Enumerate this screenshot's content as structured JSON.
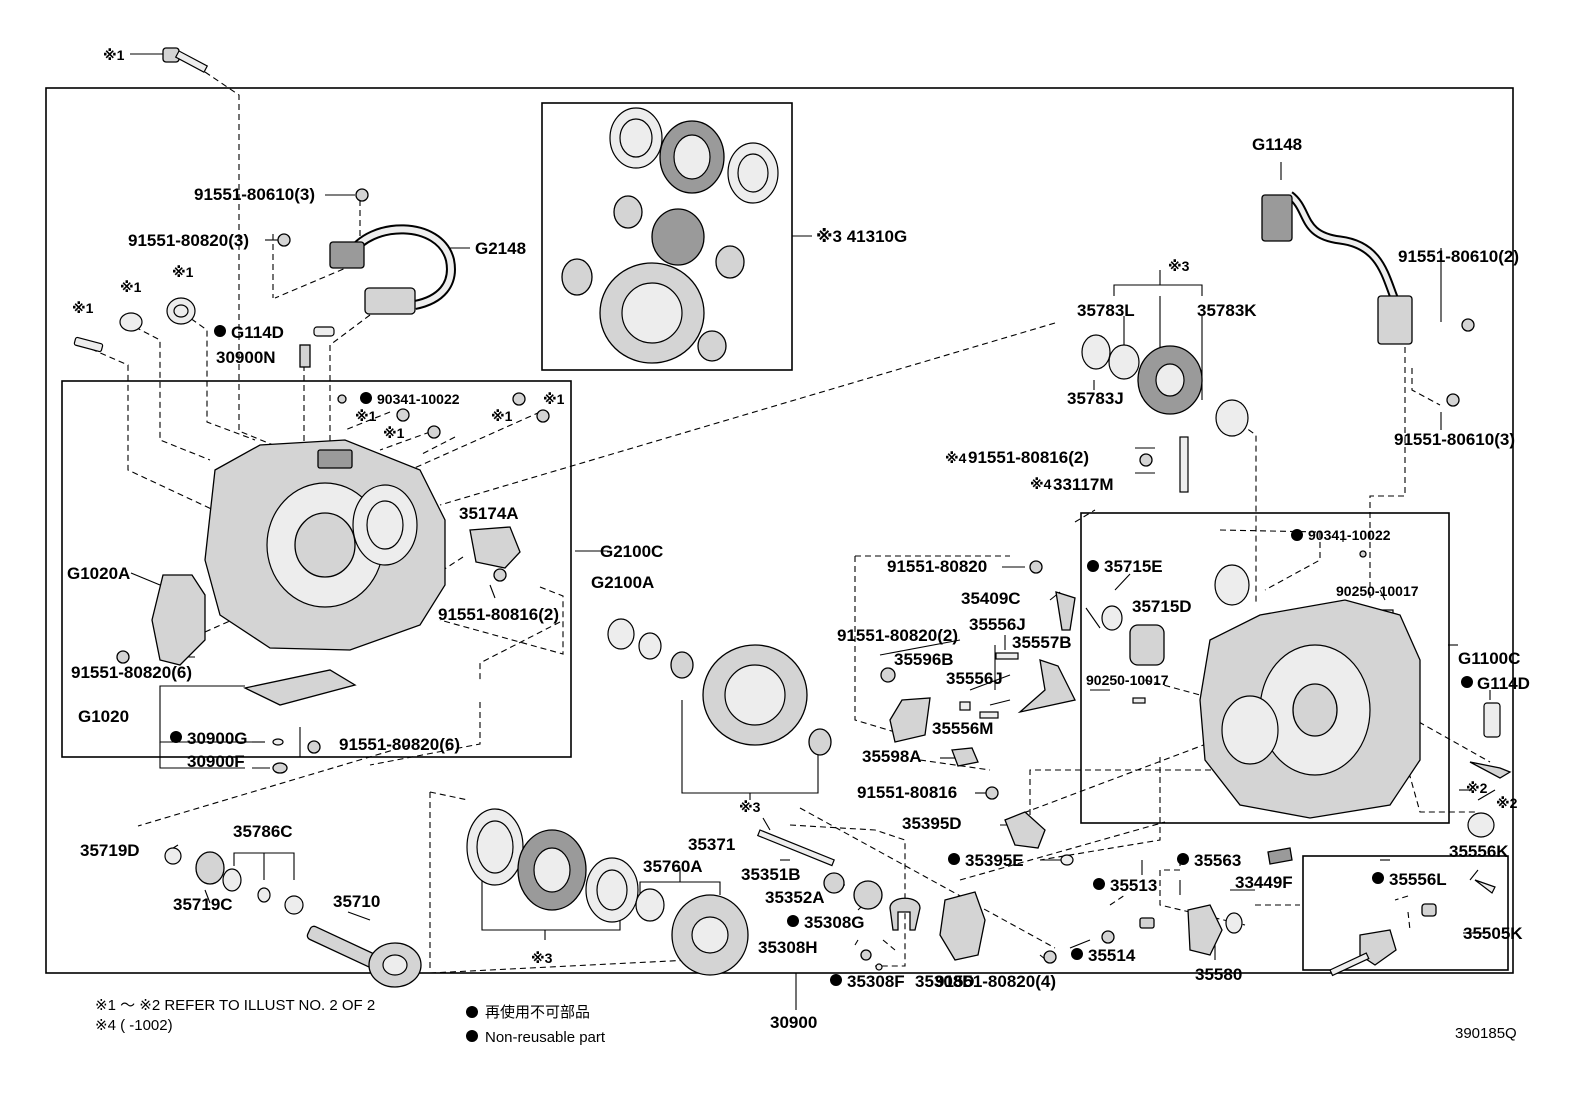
{
  "diagram": {
    "drawing_number": "390185Q",
    "assembly": "30900",
    "notes": {
      "note1": "※1 ～ ※2 REFER TO ILLUST NO. 2 OF 2",
      "note2": "※4 (        -1002)",
      "legend_jp": "再使用不可部品",
      "legend_en": "Non-reusable part"
    },
    "labels": {
      "ref1_top": "※1",
      "p91551_80610_3_top": "91551-80610(3)",
      "p91551_80820_3": "91551-80820(3)",
      "G2148": "G2148",
      "kit41310G": "※3 41310G",
      "G1148": "G1148",
      "p91551_80610_2": "91551-80610(2)",
      "p91551_80610_3_right": "91551-80610(3)",
      "ref1_a": "※1",
      "ref1_b": "※1",
      "ref1_c": "※1",
      "G114D_left": "G114D",
      "p30900N": "30900N",
      "p90341_10022_left": "90341-10022",
      "ref1_d": "※1",
      "ref1_e": "※1",
      "ref1_f": "※1",
      "ref1_g": "※1",
      "ref3_top": "※3",
      "p35783L": "35783L",
      "p35783K": "35783K",
      "p35783J": "35783J",
      "ref4_a": "※4",
      "p91551_80816_2_top": "91551-80816(2)",
      "ref4_b": "※4",
      "p33117M": "33117M",
      "p35174A": "35174A",
      "G2100C": "G2100C",
      "G2100A": "G2100A",
      "G1020A": "G1020A",
      "p91551_80816_2_mid": "91551-80816(2)",
      "p91551_80820_6_a": "91551-80820(6)",
      "G1020": "G1020",
      "p30900G": "30900G",
      "p30900F": "30900F",
      "p91551_80820_6_b": "91551-80820(6)",
      "p91551_80820_mid": "91551-80820",
      "p35409C": "35409C",
      "p35556J_a": "35556J",
      "p91551_80820_2_mid": "91551-80820(2)",
      "p35557B": "35557B",
      "p35596B": "35596B",
      "p35556J_b": "35556J",
      "p35556M": "35556M",
      "p35598A": "35598A",
      "p35715E": "35715E",
      "p35715D": "35715D",
      "p90341_10022_right": "90341-10022",
      "p90250_10017_a": "90250-10017",
      "p90250_10017_b": "90250-10017",
      "G1100C": "G1100C",
      "G114D_right": "G114D",
      "ref2_a": "※2",
      "ref2_b": "※2",
      "ref3_mid": "※3",
      "p91551_80816_c": "91551-80816",
      "p35395D": "35395D",
      "p35395E": "35395E",
      "p35563": "35563",
      "p33449F": "33449F",
      "p35556K": "35556K",
      "p35556L": "35556L",
      "p35505K": "35505K",
      "p35513": "35513",
      "p35514": "35514",
      "p35580": "35580",
      "p91551_80820_4": "91551-80820(4)",
      "p35719D": "35719D",
      "p35786C": "35786C",
      "p35719C": "35719C",
      "p35710": "35710",
      "p35371": "35371",
      "p35760A": "35760A",
      "p35351B": "35351B",
      "p35352A": "35352A",
      "p35308G": "35308G",
      "p35308H": "35308H",
      "p35308F": "35308F",
      "p35308D": "35308D",
      "ref3_bottom": "※3"
    }
  }
}
